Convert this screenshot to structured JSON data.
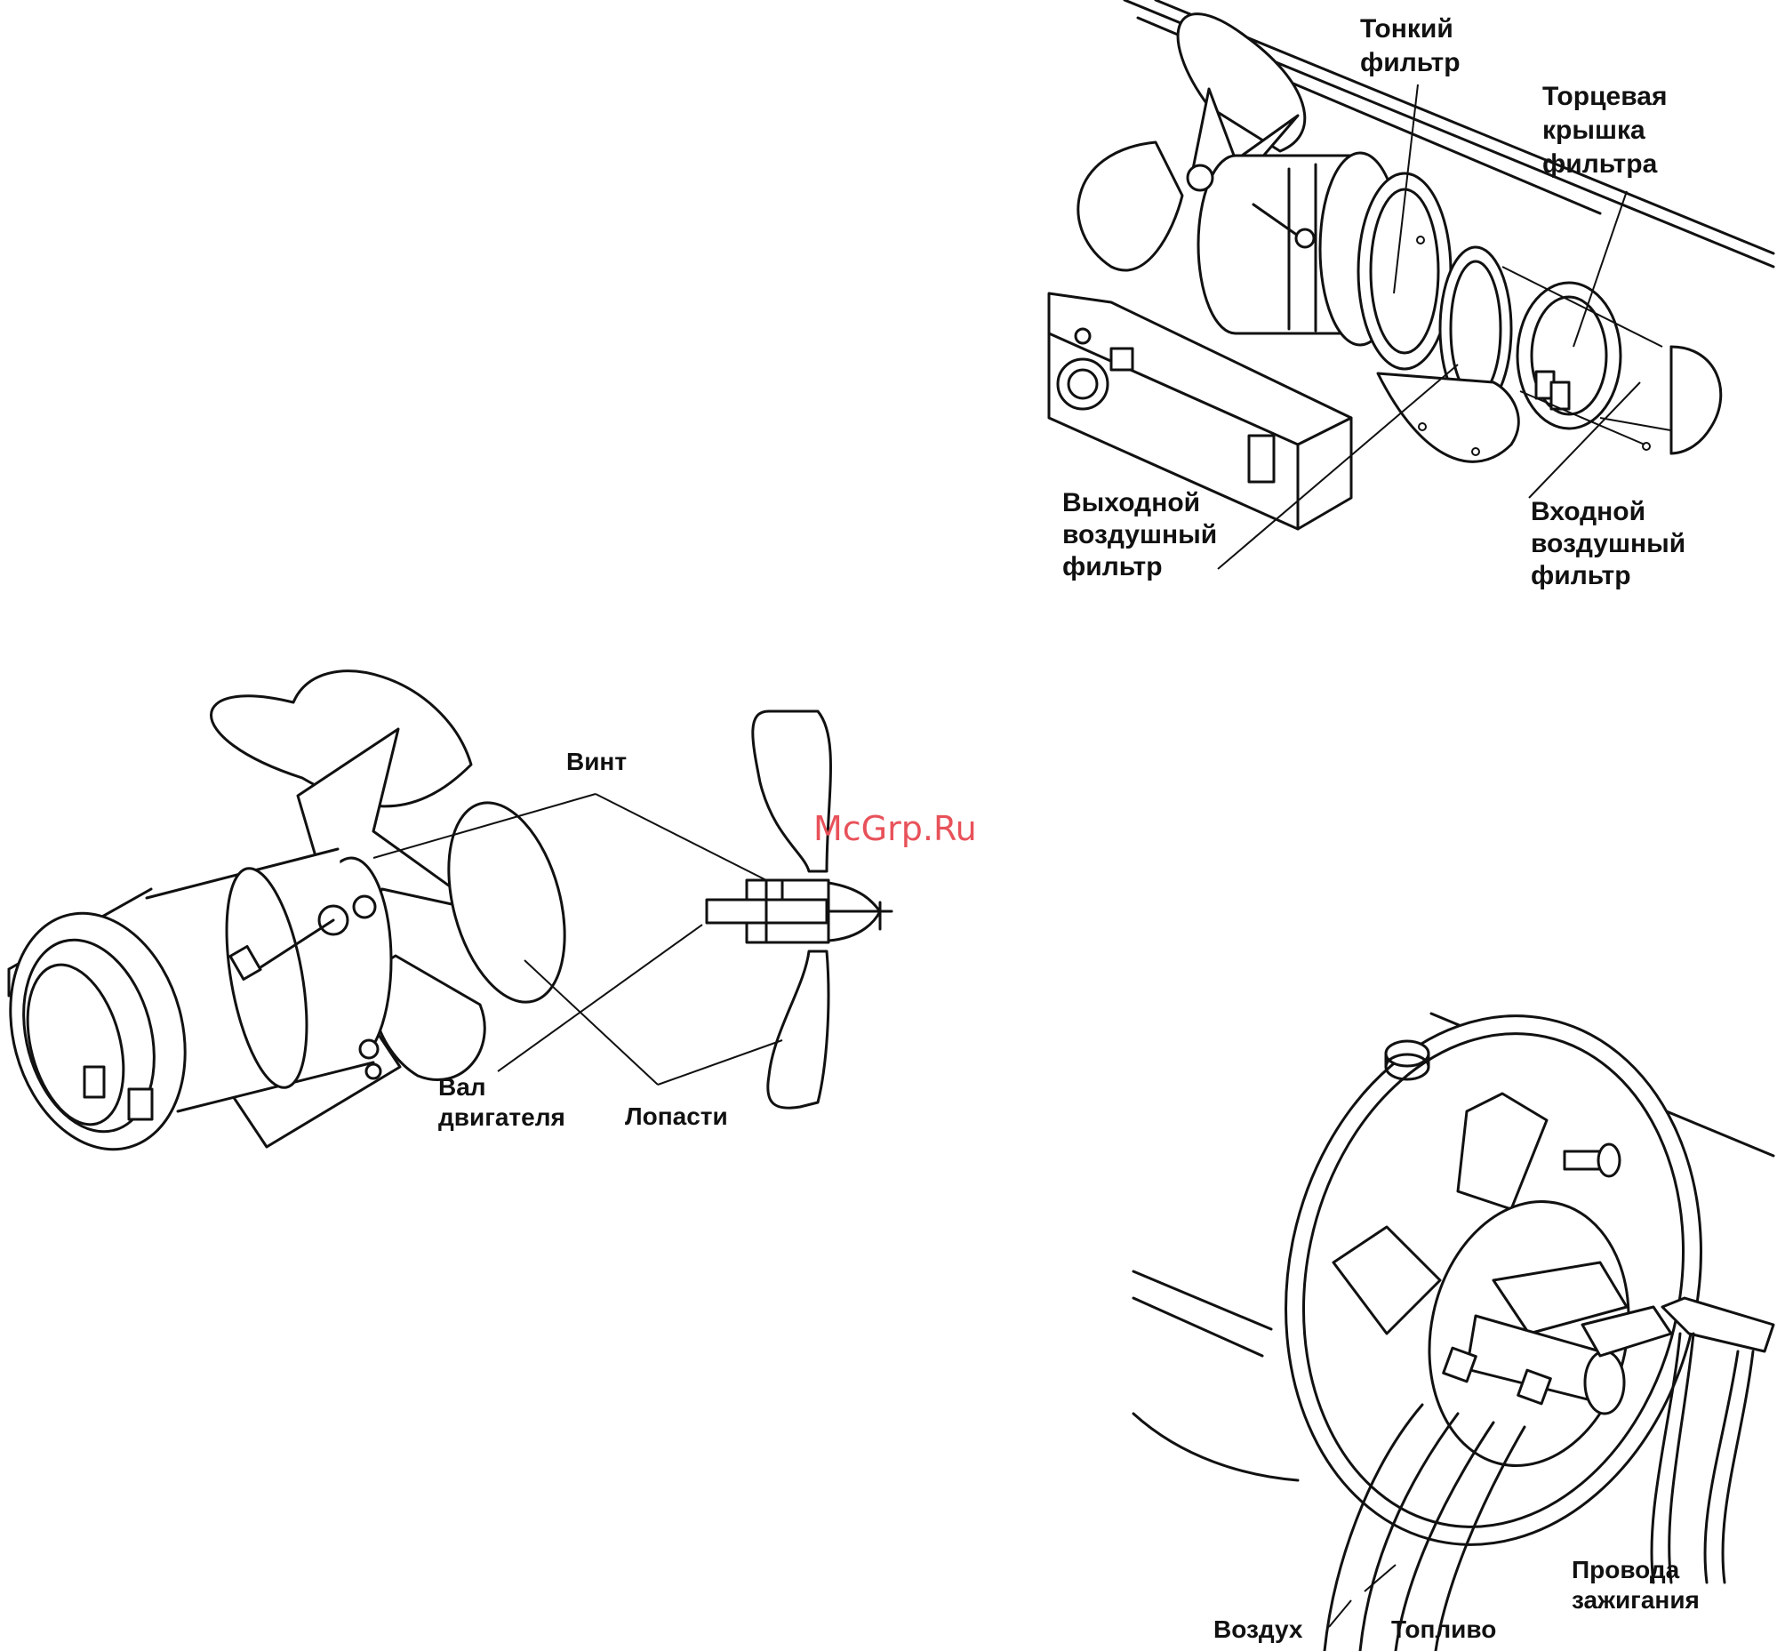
{
  "watermark": "McGrp.Ru",
  "figures": {
    "fan": {
      "labels": {
        "screw": "Винт",
        "shaft": [
          "Вал",
          "двигателя"
        ],
        "blades": "Лопасти"
      }
    },
    "filters": {
      "labels": {
        "fine_filter": [
          "Тонкий",
          "фильтр"
        ],
        "end_cap": [
          "Торцевая",
          "крышка",
          "фильтра"
        ],
        "outlet_filter": [
          "Выходной",
          "воздушный",
          "фильтр"
        ],
        "inlet_filter": [
          "Входной",
          "воздушный",
          "фильтр"
        ]
      }
    },
    "ignition": {
      "labels": {
        "ignition_wires": [
          "Провода",
          "зажигания"
        ],
        "air": "Воздух",
        "fuel": "Топливо"
      }
    }
  },
  "colors": {
    "ink": "#111111",
    "watermark": "#e8525a",
    "background": "#ffffff"
  }
}
